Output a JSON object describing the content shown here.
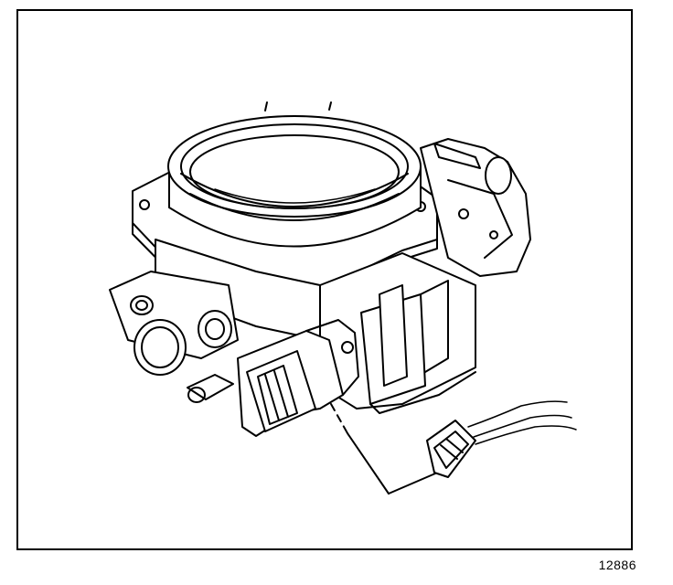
{
  "figure": {
    "id_label": "12886",
    "line_color": "#000000",
    "background": "#ffffff",
    "subject": "throttle-body-assembly",
    "parts": [
      "bore-flange",
      "mounting-flange",
      "tps-sensor",
      "iac-valve-connector",
      "wiring-harness-connector",
      "coolant-port",
      "leader-line"
    ]
  }
}
